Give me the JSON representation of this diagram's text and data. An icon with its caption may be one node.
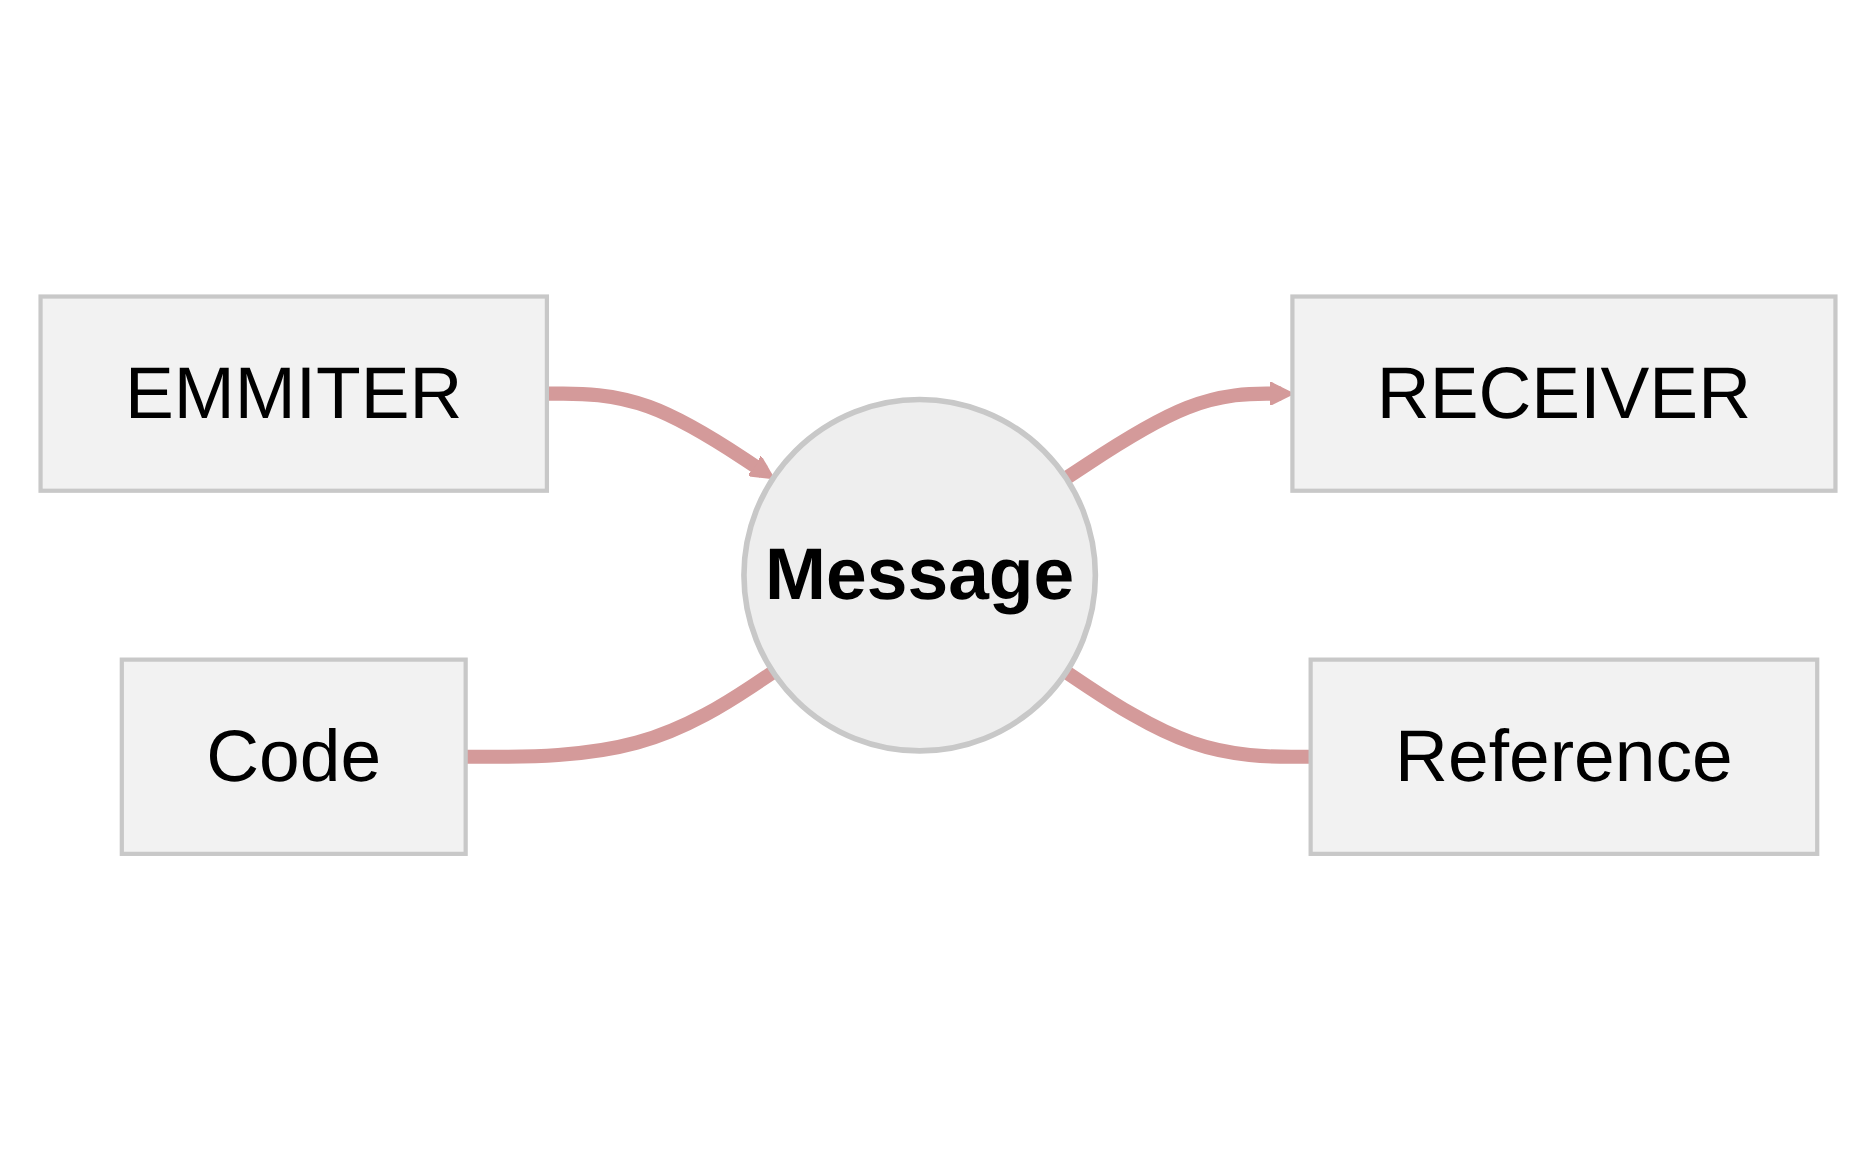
{
  "diagram": {
    "nodes": [
      {
        "text": [
          "Code"
        ]
      },
      {
        "text": [
          "EMMITER"
        ]
      },
      {
        "text": [
          "Message"
        ]
      },
      {
        "text": [
          "RECEIVER"
        ]
      },
      {
        "text": [
          "Reference"
        ]
      }
    ],
    "edges": [
      {
        "from": 1,
        "to": 2,
        "arrow": "to"
      },
      {
        "from": 2,
        "to": 3,
        "arrow": "to"
      },
      {
        "from": 0,
        "to": 2,
        "arrow": "none"
      },
      {
        "from": 2,
        "to": 4,
        "arrow": "none"
      }
    ]
  }
}
